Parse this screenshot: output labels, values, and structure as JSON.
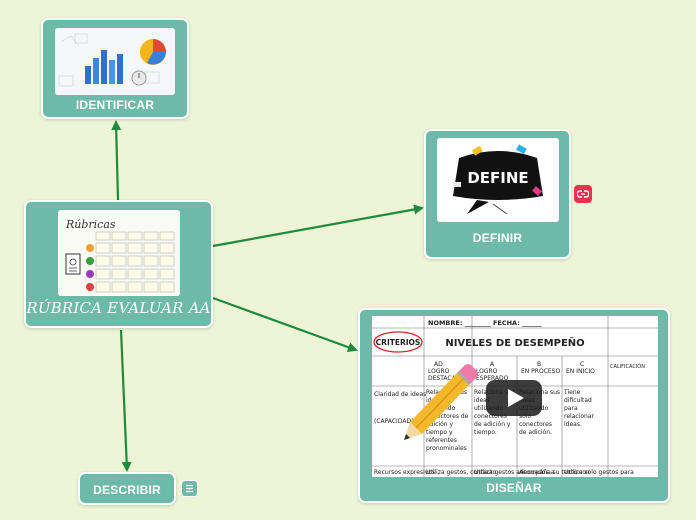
{
  "nodes": {
    "center": {
      "label": "RÚBRICA EVALUAR AA",
      "thumb_title": "Rúbricas"
    },
    "identificar": {
      "label": "IDENTIFICAR"
    },
    "definir": {
      "label": "DEFINIR",
      "thumb_text": "DEFINE"
    },
    "disenar": {
      "label": "DISEÑAR",
      "table": {
        "header_fields": "NOMBRE: ________ FECHA: ______",
        "criterios": "CRITERIOS",
        "niveles": "NIVELES DE DESEMPEÑO",
        "calificacion": "CALIFICACIÓN",
        "col_a": "A\nLOGRO\nESPERADO",
        "col_b": "B\nEN PROCESO",
        "col_c": "C\nEN INICIO",
        "col_ad": "AD\nLOGRO\nDESTACADO",
        "row1_label": "Claridad de ideas",
        "row1_sub": "(CAPACIDAD)",
        "row1_ad": "Relaciona sus ideas utilizando conectores de adición y tiempo y referentes pronominales",
        "row1_a": "Relaciona sus ideas utilizando conectores de adición y tiempo.",
        "row1_b": "Relaciona sus ideas utilizando solo conectores de adición.",
        "row1_c": "Tiene dificultad para relacionar ideas.",
        "row2_label": "Recursos expresivos",
        "row2_ad": "Utiliza gestos, contacto",
        "row2_a": "Utiliza gestos adecuados a",
        "row2_b": "Acompaña su texto con",
        "row2_c": "Utiliza solo gestos para"
      }
    },
    "describir": {
      "label": "DESCRIBIR"
    }
  },
  "colors": {
    "node": "#6dbaa8",
    "link": "#1e8a3e",
    "background": "#eef5d6",
    "link_badge": "#e8344e"
  },
  "icons": {
    "link_badge": "link-icon",
    "notes_badge": "notes-icon",
    "play": "play-icon",
    "pencil": "pencil-icon"
  }
}
